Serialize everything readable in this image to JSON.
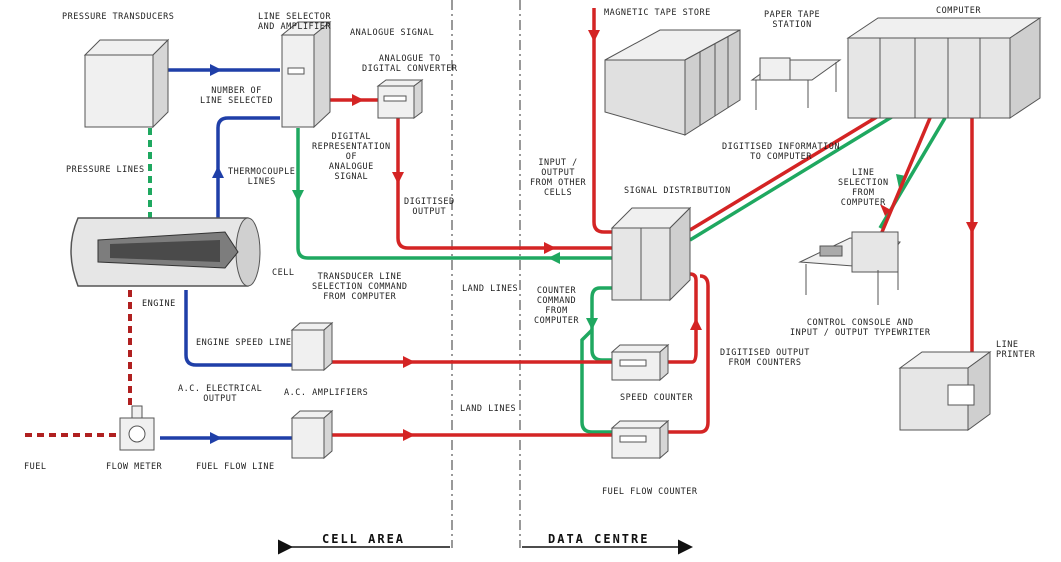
{
  "colors": {
    "red_line": "#d42424",
    "blue_line": "#1f3fa8",
    "green_line": "#1fa860",
    "equipment_fill": "#f0f0f0",
    "equipment_edge": "#555555"
  },
  "labels": {
    "pressure_transducers": "PRESSURE TRANSDUCERS",
    "line_selector": "LINE SELECTOR\nAND AMPLIFIER",
    "analogue_signal": "ANALOGUE SIGNAL",
    "analogue_to_digital": "ANALOGUE TO\nDIGITAL CONVERTER",
    "number_of_line": "NUMBER OF\nLINE SELECTED",
    "pressure_lines": "PRESSURE LINES",
    "thermocouple_lines": "THERMOCOUPLE\nLINES",
    "digital_representation": "DIGITAL\nREPRESENTATION\nOF\nANALOGUE\nSIGNAL",
    "digitised_output": "DIGITISED\nOUTPUT",
    "cell": "CELL",
    "engine": "ENGINE",
    "transducer_line_selection": "TRANSDUCER LINE\nSELECTION COMMAND\nFROM COMPUTER",
    "land_lines_top": "LAND LINES",
    "engine_speed_line": "ENGINE SPEED LINE",
    "ac_amplifiers": "A.C. AMPLIFIERS",
    "ac_electrical_output": "A.C. ELECTRICAL\nOUTPUT",
    "land_lines_bottom": "LAND LINES",
    "fuel": "FUEL",
    "flow_meter": "FLOW METER",
    "fuel_flow_line": "FUEL FLOW LINE",
    "magnetic_tape_store": "MAGNETIC TAPE STORE",
    "paper_tape_station": "PAPER TAPE\nSTATION",
    "computer": "COMPUTER",
    "digitised_information": "DIGITISED INFORMATION\nTO COMPUTER",
    "input_output_other_cells": "INPUT /\nOUTPUT\nFROM OTHER\nCELLS",
    "signal_distribution": "SIGNAL DISTRIBUTION",
    "line_selection_from_computer": "LINE\nSELECTION\nFROM\nCOMPUTER",
    "counter_command": "COUNTER\nCOMMAND\nFROM\nCOMPUTER",
    "control_console": "CONTROL CONSOLE AND\nINPUT / OUTPUT TYPEWRITER",
    "digitised_output_counters": "DIGITISED OUTPUT\nFROM COUNTERS",
    "speed_counter": "SPEED COUNTER",
    "fuel_flow_counter": "FUEL FLOW COUNTER",
    "line_printer": "LINE\nPRINTER",
    "cell_area": "CELL AREA",
    "data_centre": "DATA CENTRE"
  }
}
